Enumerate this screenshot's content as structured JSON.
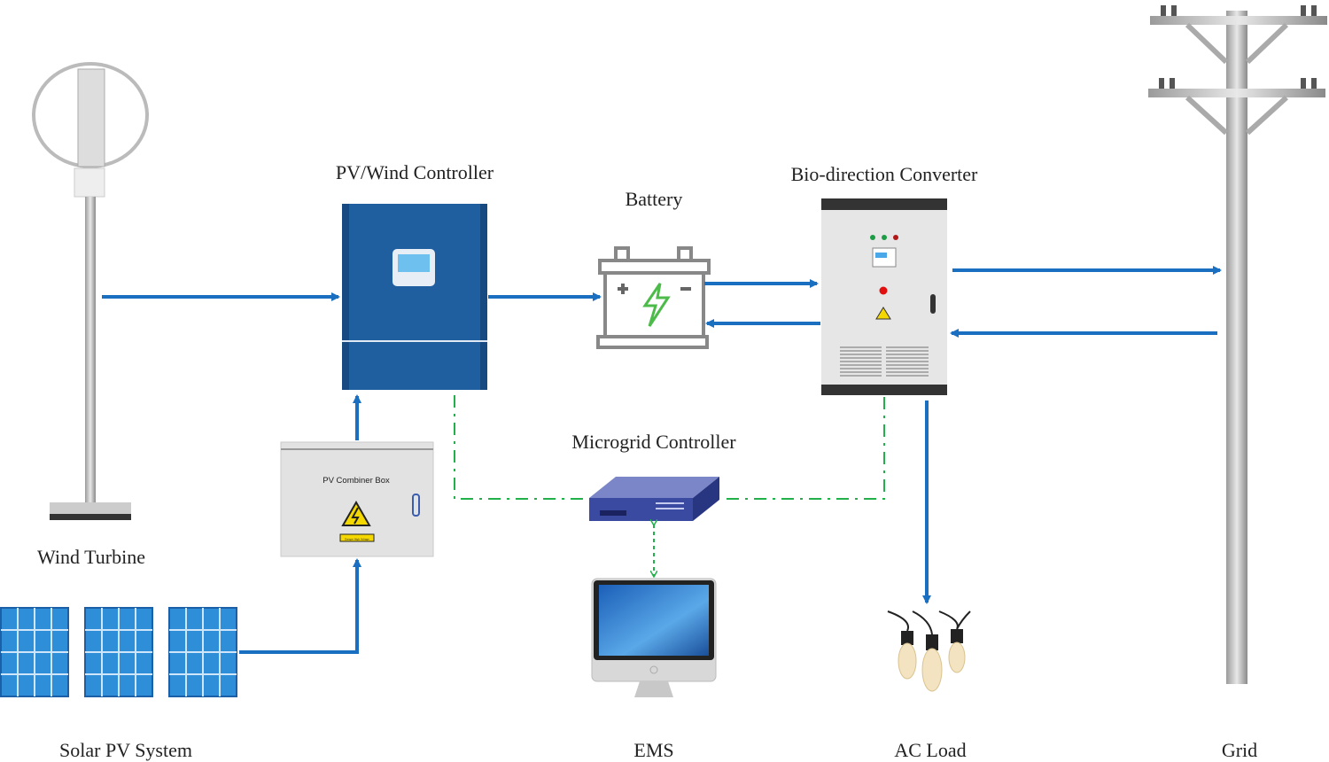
{
  "labels": {
    "pv_wind_controller": "PV/Wind Controller",
    "battery": "Battery",
    "converter": "Bio-direction Converter",
    "microgrid_controller": "Microgrid Controller",
    "wind_turbine": "Wind Turbine",
    "solar_pv": "Solar PV System",
    "ems": "EMS",
    "ac_load": "AC Load",
    "grid": "Grid"
  },
  "combiner_box": {
    "title": "PV Combiner Box",
    "warning_label": "Danger High Voltage"
  },
  "colors": {
    "power_flow": "#1a6fc0",
    "communication": "#22b04b",
    "controller_blue": "#1f5fa0"
  }
}
